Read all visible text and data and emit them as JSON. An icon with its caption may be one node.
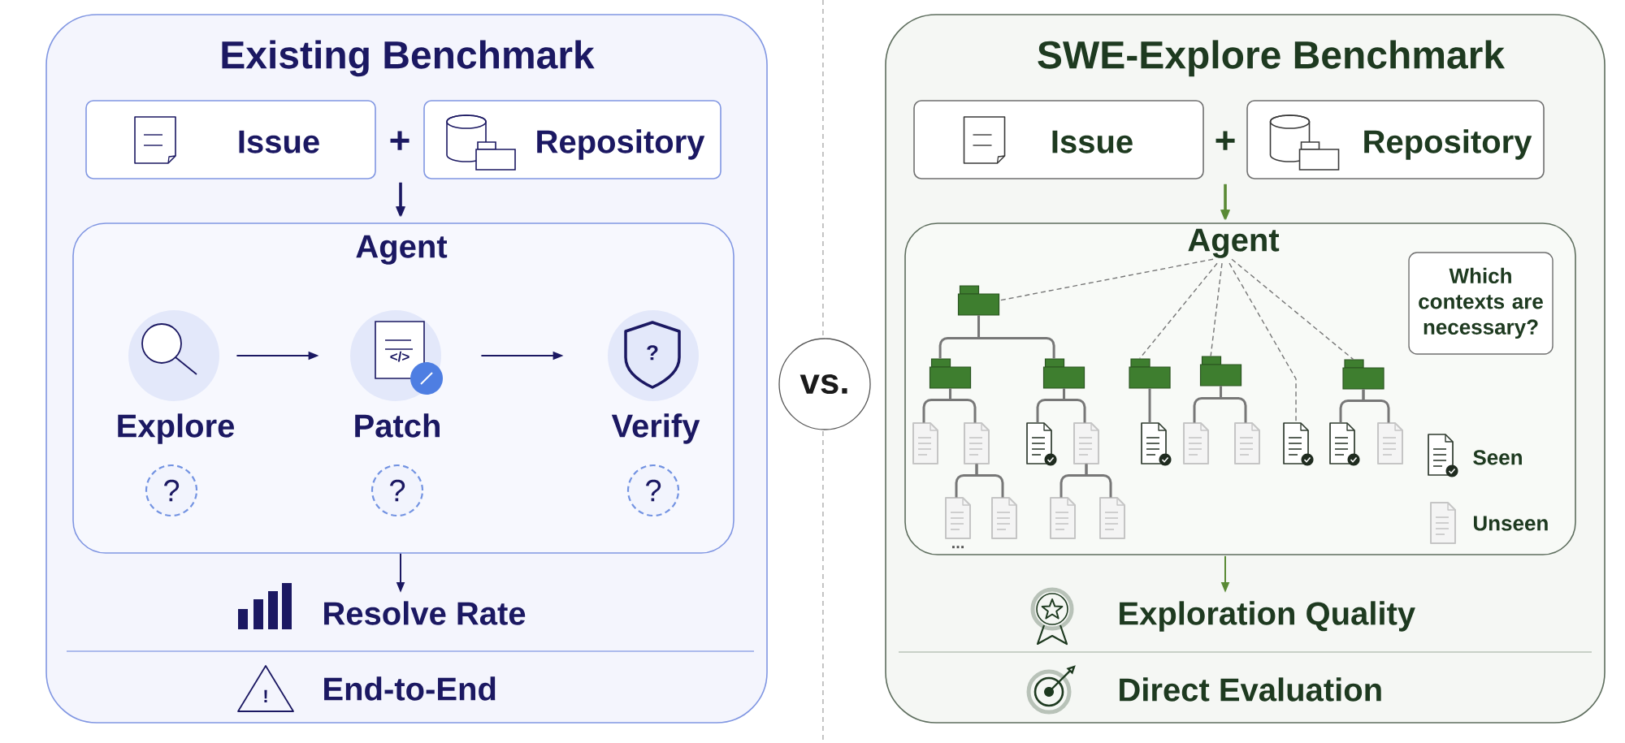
{
  "diagram": {
    "nodes": [
      {
        "text": [
          "Existing Benchmark"
        ]
      },
      {
        "text": [
          "Issue"
        ],
        "in": 0
      },
      {
        "text": [
          "Repository"
        ],
        "in": 0
      },
      {
        "text": [
          "Agent"
        ],
        "in": 0
      },
      {
        "text": [
          "Explore"
        ],
        "in": 3
      },
      {
        "text": [
          "</>",
          "Patch"
        ],
        "in": 3
      },
      {
        "text": [
          "?",
          "Verify"
        ],
        "in": 3
      },
      {
        "text": [
          "?"
        ],
        "in": 3
      },
      {
        "text": [
          "?"
        ],
        "in": 3
      },
      {
        "text": [
          "?"
        ],
        "in": 3
      },
      {
        "text": [
          "Resolve Rate"
        ],
        "in": 0
      },
      {
        "text": [
          "vs."
        ]
      },
      {
        "text": [
          "SWE-Explore Benchmark"
        ]
      },
      {
        "text": [
          "Issue"
        ],
        "in": 12
      },
      {
        "text": [
          "Repository"
        ],
        "in": 12
      },
      {
        "text": [
          "Agent"
        ],
        "in": 12
      },
      {
        "text": [
          "Which contexts are necessary?"
        ],
        "in": 15
      },
      {
        "text": [],
        "shape": "folder",
        "in": 15
      },
      {
        "text": [],
        "shape": "folder",
        "in": 15
      },
      {
        "text": [],
        "shape": "folder",
        "in": 15
      },
      {
        "text": [],
        "shape": "folder",
        "in": 15
      },
      {
        "text": [],
        "shape": "folder",
        "in": 15
      },
      {
        "text": [],
        "shape": "folder",
        "in": 15
      },
      {
        "text": [],
        "shape": "document",
        "in": 15
      },
      {
        "text": [],
        "shape": "document",
        "in": 15
      },
      {
        "text": [],
        "shape": "checked-document",
        "in": 15
      },
      {
        "text": [],
        "shape": "document",
        "in": 15
      },
      {
        "text": [],
        "shape": "checked-document",
        "in": 15
      },
      {
        "text": [],
        "shape": "document",
        "in": 15
      },
      {
        "text": [],
        "shape": "document",
        "in": 15
      },
      {
        "text": [],
        "shape": "checked-document",
        "in": 15
      },
      {
        "text": [],
        "shape": "checked-document",
        "in": 15
      },
      {
        "text": [],
        "shape": "document",
        "in": 15
      },
      {
        "text": [],
        "shape": "document",
        "in": 15
      },
      {
        "text": [],
        "shape": "document",
        "in": 15
      },
      {
        "text": [],
        "shape": "document",
        "in": 15
      },
      {
        "text": [],
        "shape": "document",
        "in": 15
      },
      {
        "text": [
          "Exploration Quality"
        ],
        "in": 12
      }
    ],
    "edges": [
      {
        "from": 1,
        "to": 3,
        "arrow": "to",
        "color": "#1b1862"
      },
      {
        "from": 2,
        "to": 3,
        "arrow": "to",
        "color": "#1b1862"
      },
      {
        "from": 4,
        "to": 5,
        "arrow": "to",
        "color": "#1b1862"
      },
      {
        "from": 5,
        "to": 6,
        "arrow": "to",
        "color": "#1b1862"
      },
      {
        "from": 3,
        "to": 10,
        "arrow": "to",
        "color": "#1b1862"
      },
      {
        "from": 13,
        "to": 15,
        "arrow": "to",
        "color": "#5a8a35"
      },
      {
        "from": 14,
        "to": 15,
        "arrow": "to",
        "color": "#5a8a35"
      },
      {
        "from": 15,
        "to": 17,
        "arrow": "none",
        "style": "dashed"
      },
      {
        "from": 15,
        "to": 20,
        "arrow": "none",
        "style": "dashed"
      },
      {
        "from": 15,
        "to": 21,
        "arrow": "none",
        "style": "dashed"
      },
      {
        "from": 15,
        "to": 30,
        "arrow": "none",
        "style": "dashed"
      },
      {
        "from": 15,
        "to": 22,
        "arrow": "none",
        "style": "dashed"
      },
      {
        "from": 17,
        "to": 18,
        "arrow": "none"
      },
      {
        "from": 17,
        "to": 19,
        "arrow": "none"
      },
      {
        "from": 18,
        "to": 23,
        "arrow": "none"
      },
      {
        "from": 18,
        "to": 24,
        "arrow": "none"
      },
      {
        "from": 24,
        "to": 33,
        "arrow": "none"
      },
      {
        "from": 24,
        "to": 34,
        "arrow": "none"
      },
      {
        "from": 19,
        "to": 25,
        "arrow": "none"
      },
      {
        "from": 19,
        "to": 26,
        "arrow": "none"
      },
      {
        "from": 26,
        "to": 35,
        "arrow": "none"
      },
      {
        "from": 26,
        "to": 36,
        "arrow": "none"
      },
      {
        "from": 20,
        "to": 27,
        "arrow": "none"
      },
      {
        "from": 21,
        "to": 28,
        "arrow": "none"
      },
      {
        "from": 21,
        "to": 29,
        "arrow": "none"
      },
      {
        "from": 22,
        "to": 31,
        "arrow": "none"
      },
      {
        "from": 22,
        "to": 32,
        "arrow": "none"
      },
      {
        "from": 15,
        "to": 37,
        "arrow": "to",
        "color": "#5a8a35"
      }
    ],
    "labels": [
      "+",
      "!",
      "End-to-End",
      "+",
      "...",
      "Direct Evaluation"
    ],
    "legend": [
      {
        "text": "Seen"
      },
      {
        "text": "Unseen"
      }
    ]
  }
}
